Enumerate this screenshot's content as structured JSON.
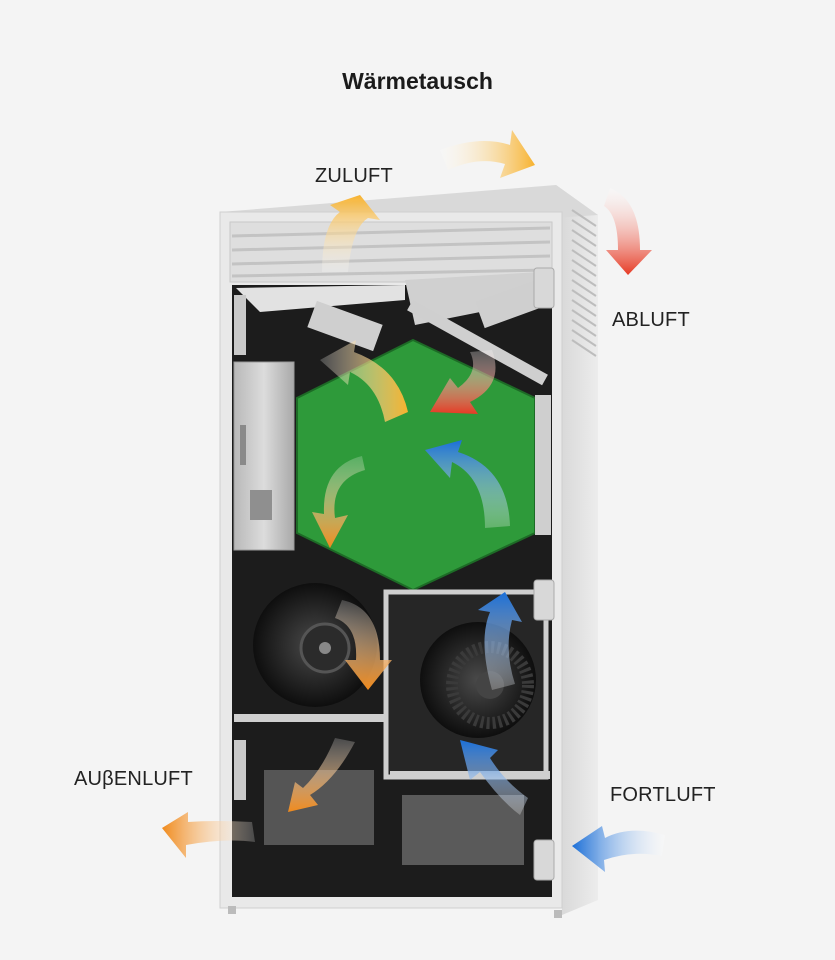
{
  "title": "Wärmetausch",
  "labels": {
    "zuluft": "ZULUFT",
    "abluft": "ABLUFT",
    "aussenluft": "AUβENLUFT",
    "fortluft": "FORTLUFT"
  },
  "colors": {
    "exchanger": "#2e9a3a",
    "warm_arrow": "#f7b733",
    "hot_arrow": "#e8452a",
    "cold_arrow": "#1e6fd6",
    "cabinet": "#e6e6e6",
    "interior": "#1c1c1c"
  }
}
